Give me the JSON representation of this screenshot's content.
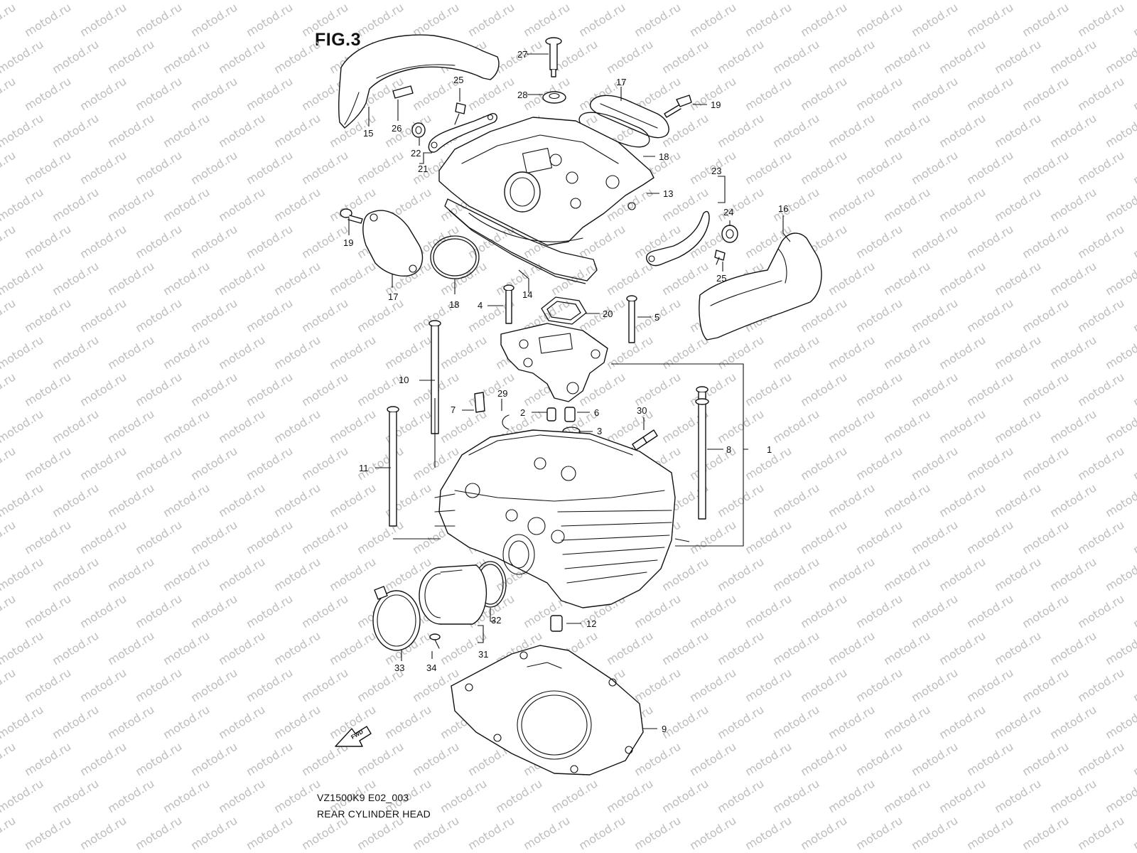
{
  "figure": {
    "title": "FIG.3",
    "model_code": "VZ1500K9 E02_003",
    "caption": "REAR CYLINDER HEAD",
    "watermark_text": "motod.ru",
    "fwd_label": "FWD"
  },
  "callouts": {
    "c1": "1",
    "c2": "2",
    "c3": "3",
    "c4": "4",
    "c5": "5",
    "c6": "6",
    "c7": "7",
    "c8": "8",
    "c9": "9",
    "c10": "10",
    "c11": "11",
    "c12": "12",
    "c13": "13",
    "c14": "14",
    "c15": "15",
    "c16": "16",
    "c17a": "17",
    "c17b": "17",
    "c18a": "18",
    "c18b": "18",
    "c19a": "19",
    "c19b": "19",
    "c20": "20",
    "c21": "21",
    "c22": "22",
    "c23": "23",
    "c24": "24",
    "c25a": "25",
    "c25b": "25",
    "c26": "26",
    "c27": "27",
    "c28": "28",
    "c29": "29",
    "c30": "30",
    "c31": "31",
    "c32": "32",
    "c33": "33",
    "c34": "34"
  },
  "colors": {
    "line": "#111111",
    "watermark": "#bdbdbd",
    "background": "#ffffff"
  }
}
